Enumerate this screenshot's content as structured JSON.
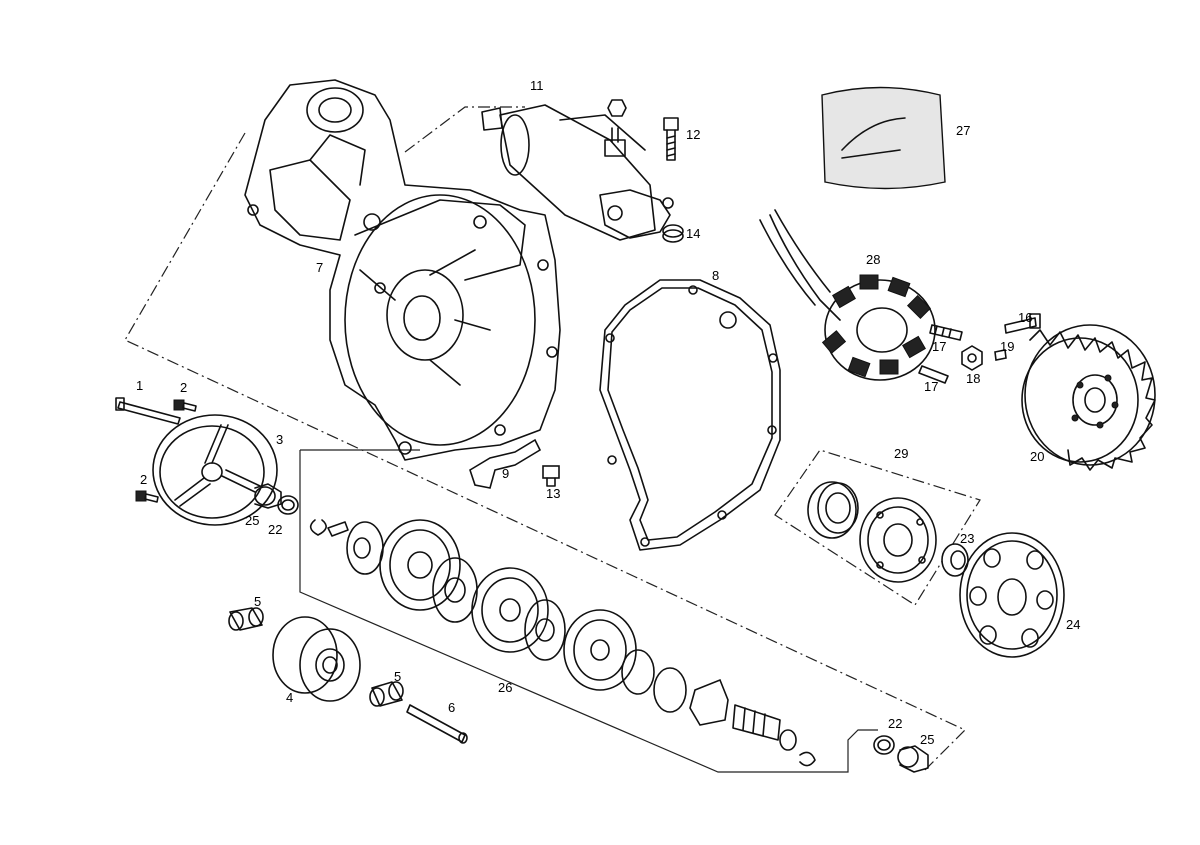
{
  "diagram": {
    "callouts": {
      "p1": "1",
      "p2a": "2",
      "p2b": "2",
      "p3": "3",
      "p4": "4",
      "p5a": "5",
      "p5b": "5",
      "p6": "6",
      "p7": "7",
      "p8": "8",
      "p9": "9",
      "p11": "11",
      "p12": "12",
      "p13": "13",
      "p14": "14",
      "p16": "16",
      "p17a": "17",
      "p17b": "17",
      "p18": "18",
      "p19": "19",
      "p20": "20",
      "p22a": "22",
      "p22b": "22",
      "p23": "23",
      "p24": "24",
      "p25a": "25",
      "p25b": "25",
      "p26": "26",
      "p27": "27",
      "p28": "28",
      "p29": "29"
    }
  }
}
